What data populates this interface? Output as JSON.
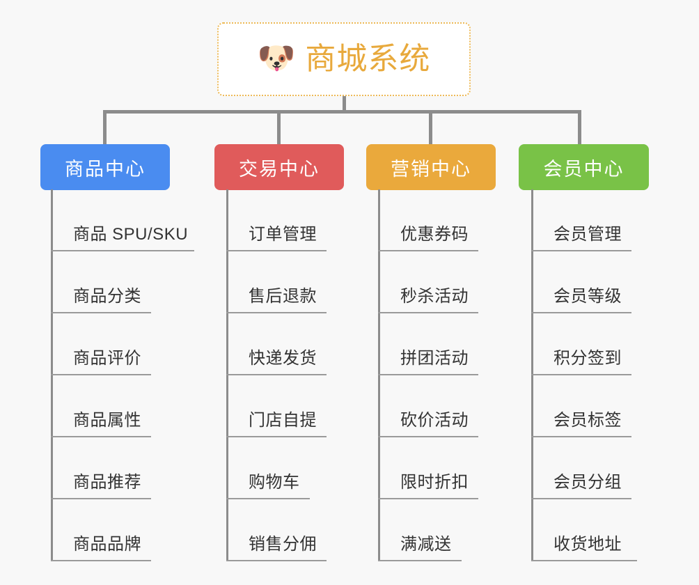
{
  "background_color": "#f8f8f8",
  "root": {
    "icon": "shiba-dog-face-icon",
    "emoji": "🐶",
    "title": "商城系统",
    "title_color": "#e8a93c",
    "border_color": "#edb956",
    "fill_color": "#ffffff"
  },
  "connector_color": "#8c8c8c",
  "leaf_text_color": "#333333",
  "leaf_underline_color": "#9a9a9a",
  "columns": [
    {
      "id": "product-center",
      "label": "商品中心",
      "color": "#4a8cf0",
      "items": [
        "商品 SPU/SKU",
        "商品分类",
        "商品评价",
        "商品属性",
        "商品推荐",
        "商品品牌"
      ]
    },
    {
      "id": "trade-center",
      "label": "交易中心",
      "color": "#e05b5b",
      "items": [
        "订单管理",
        "售后退款",
        "快递发货",
        "门店自提",
        "购物车",
        "销售分佣"
      ]
    },
    {
      "id": "marketing-center",
      "label": "营销中心",
      "color": "#eaa93c",
      "items": [
        "优惠券码",
        "秒杀活动",
        "拼团活动",
        "砍价活动",
        "限时折扣",
        "满减送"
      ]
    },
    {
      "id": "member-center",
      "label": "会员中心",
      "color": "#79c247",
      "items": [
        "会员管理",
        "会员等级",
        "积分签到",
        "会员标签",
        "会员分组",
        "收货地址"
      ]
    }
  ]
}
